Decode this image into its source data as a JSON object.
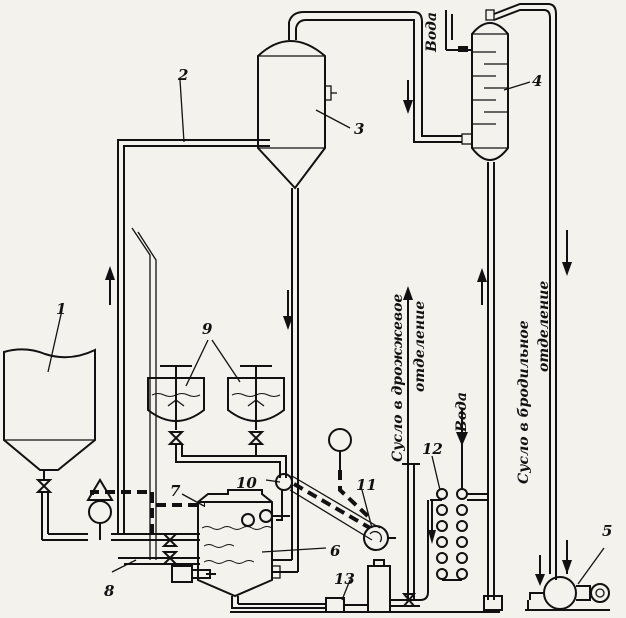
{
  "labels": {
    "n1": "1",
    "n2": "2",
    "n3": "3",
    "n4": "4",
    "n5": "5",
    "n6": "6",
    "n7": "7",
    "n8": "8",
    "n9": "9",
    "n10": "10",
    "n11": "11",
    "n12": "12",
    "n13": "13"
  },
  "annotations": {
    "water_top": "Вода",
    "water_mid": "Вода",
    "wort_yeast_line1": "Сусло в дрожжевое",
    "wort_yeast_line2": "отделение",
    "wort_ferment_line1": "Сусло в бродильное",
    "wort_ferment_line2": "отделение"
  }
}
